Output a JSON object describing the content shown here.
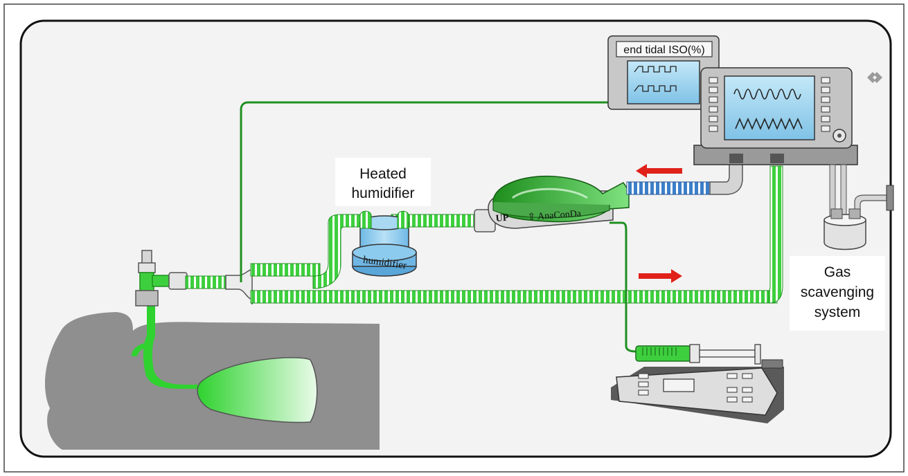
{
  "labels": {
    "heated_humidifier": [
      "Heated",
      "humidifier"
    ],
    "humidifier_body": "humidifier",
    "gas_scavenging": [
      "Gas",
      "scavenging",
      "system"
    ],
    "end_tidal_iso": "end tidal ISO(%)",
    "anaconda_up": "UP",
    "anaconda_name": "⇧ AnaConDa"
  },
  "colors": {
    "tube_green": "#3ecf3e",
    "tube_dark": "#1f8f1f",
    "tube_blue": "#3d7fc9",
    "arrow_red": "#e0211a",
    "body_gray": "#9a9a9a",
    "screen_blue": "#9ed3ee",
    "device_gray": "#c8c8c8"
  },
  "icons": {
    "logo": "diamond-arrows-logo"
  }
}
